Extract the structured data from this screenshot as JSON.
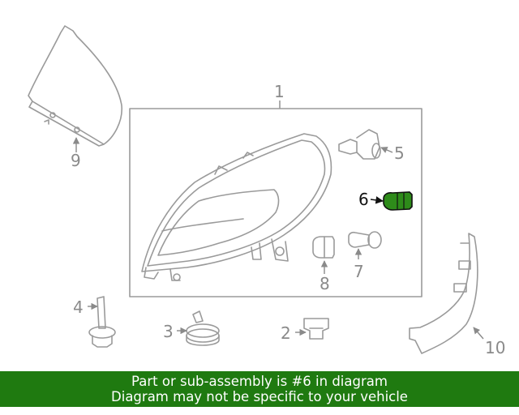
{
  "callouts": {
    "p1": "1",
    "p2": "2",
    "p3": "3",
    "p4": "4",
    "p5": "5",
    "p6": "6",
    "p7": "7",
    "p8": "8",
    "p9": "9",
    "p10": "10"
  },
  "highlight_color": "#2e8b1a",
  "banner": {
    "line1": "Part or sub-assembly is #6 in diagram",
    "line2": "Diagram may not be specific to your vehicle",
    "color": "#1f7a10"
  }
}
